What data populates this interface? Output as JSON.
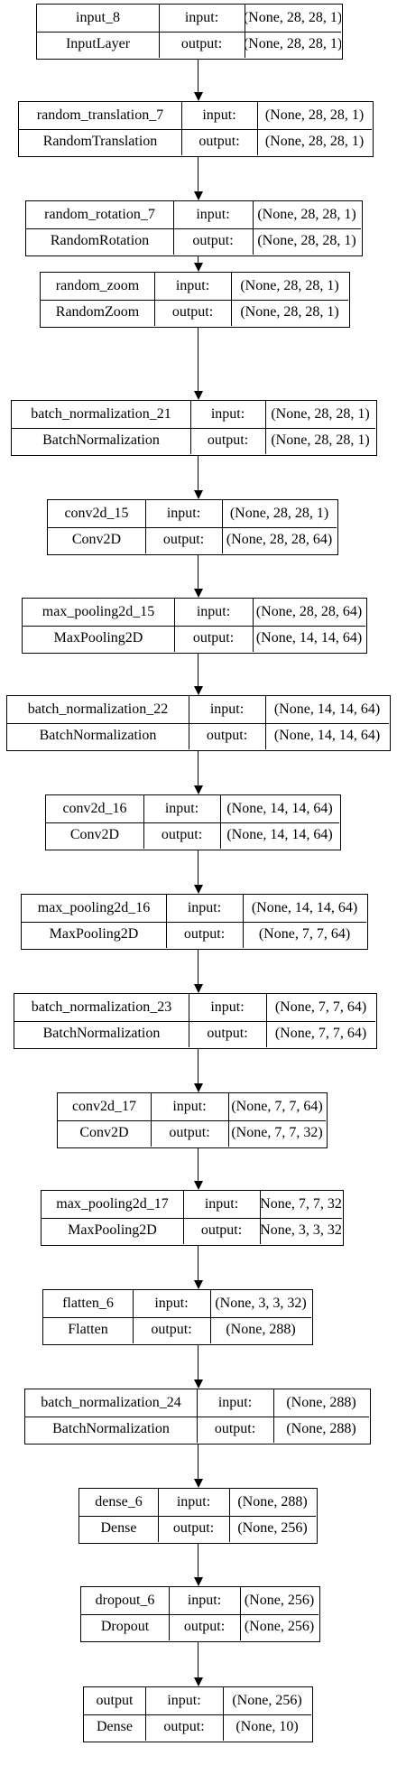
{
  "layers": [
    {
      "name": "input_8",
      "type": "InputLayer",
      "input": "[(None, 28, 28, 1)]",
      "output": "[(None, 28, 28, 1)]"
    },
    {
      "name": "random_translation_7",
      "type": "RandomTranslation",
      "input": "(None, 28, 28, 1)",
      "output": "(None, 28, 28, 1)"
    },
    {
      "name": "random_rotation_7",
      "type": "RandomRotation",
      "input": "(None, 28, 28, 1)",
      "output": "(None, 28, 28, 1)"
    },
    {
      "name": "random_zoom",
      "type": "RandomZoom",
      "input": "(None, 28, 28, 1)",
      "output": "(None, 28, 28, 1)"
    },
    {
      "name": "batch_normalization_21",
      "type": "BatchNormalization",
      "input": "(None, 28, 28, 1)",
      "output": "(None, 28, 28, 1)"
    },
    {
      "name": "conv2d_15",
      "type": "Conv2D",
      "input": "(None, 28, 28, 1)",
      "output": "(None, 28, 28, 64)"
    },
    {
      "name": "max_pooling2d_15",
      "type": "MaxPooling2D",
      "input": "(None, 28, 28, 64)",
      "output": "(None, 14, 14, 64)"
    },
    {
      "name": "batch_normalization_22",
      "type": "BatchNormalization",
      "input": "(None, 14, 14, 64)",
      "output": "(None, 14, 14, 64)"
    },
    {
      "name": "conv2d_16",
      "type": "Conv2D",
      "input": "(None, 14, 14, 64)",
      "output": "(None, 14, 14, 64)"
    },
    {
      "name": "max_pooling2d_16",
      "type": "MaxPooling2D",
      "input": "(None, 14, 14, 64)",
      "output": "(None, 7, 7, 64)"
    },
    {
      "name": "batch_normalization_23",
      "type": "BatchNormalization",
      "input": "(None, 7, 7, 64)",
      "output": "(None, 7, 7, 64)"
    },
    {
      "name": "conv2d_17",
      "type": "Conv2D",
      "input": "(None, 7, 7, 64)",
      "output": "(None, 7, 7, 32)"
    },
    {
      "name": "max_pooling2d_17",
      "type": "MaxPooling2D",
      "input": "(None, 7, 7, 32)",
      "output": "(None, 3, 3, 32)"
    },
    {
      "name": "flatten_6",
      "type": "Flatten",
      "input": "(None, 3, 3, 32)",
      "output": "(None, 288)"
    },
    {
      "name": "batch_normalization_24",
      "type": "BatchNormalization",
      "input": "(None, 288)",
      "output": "(None, 288)"
    },
    {
      "name": "dense_6",
      "type": "Dense",
      "input": "(None, 288)",
      "output": "(None, 256)"
    },
    {
      "name": "dropout_6",
      "type": "Dropout",
      "input": "(None, 256)",
      "output": "(None, 256)"
    },
    {
      "name": "output",
      "type": "Dense",
      "input": "(None, 256)",
      "output": "(None, 10)"
    }
  ],
  "labels": {
    "input": "input:",
    "output": "output:"
  }
}
